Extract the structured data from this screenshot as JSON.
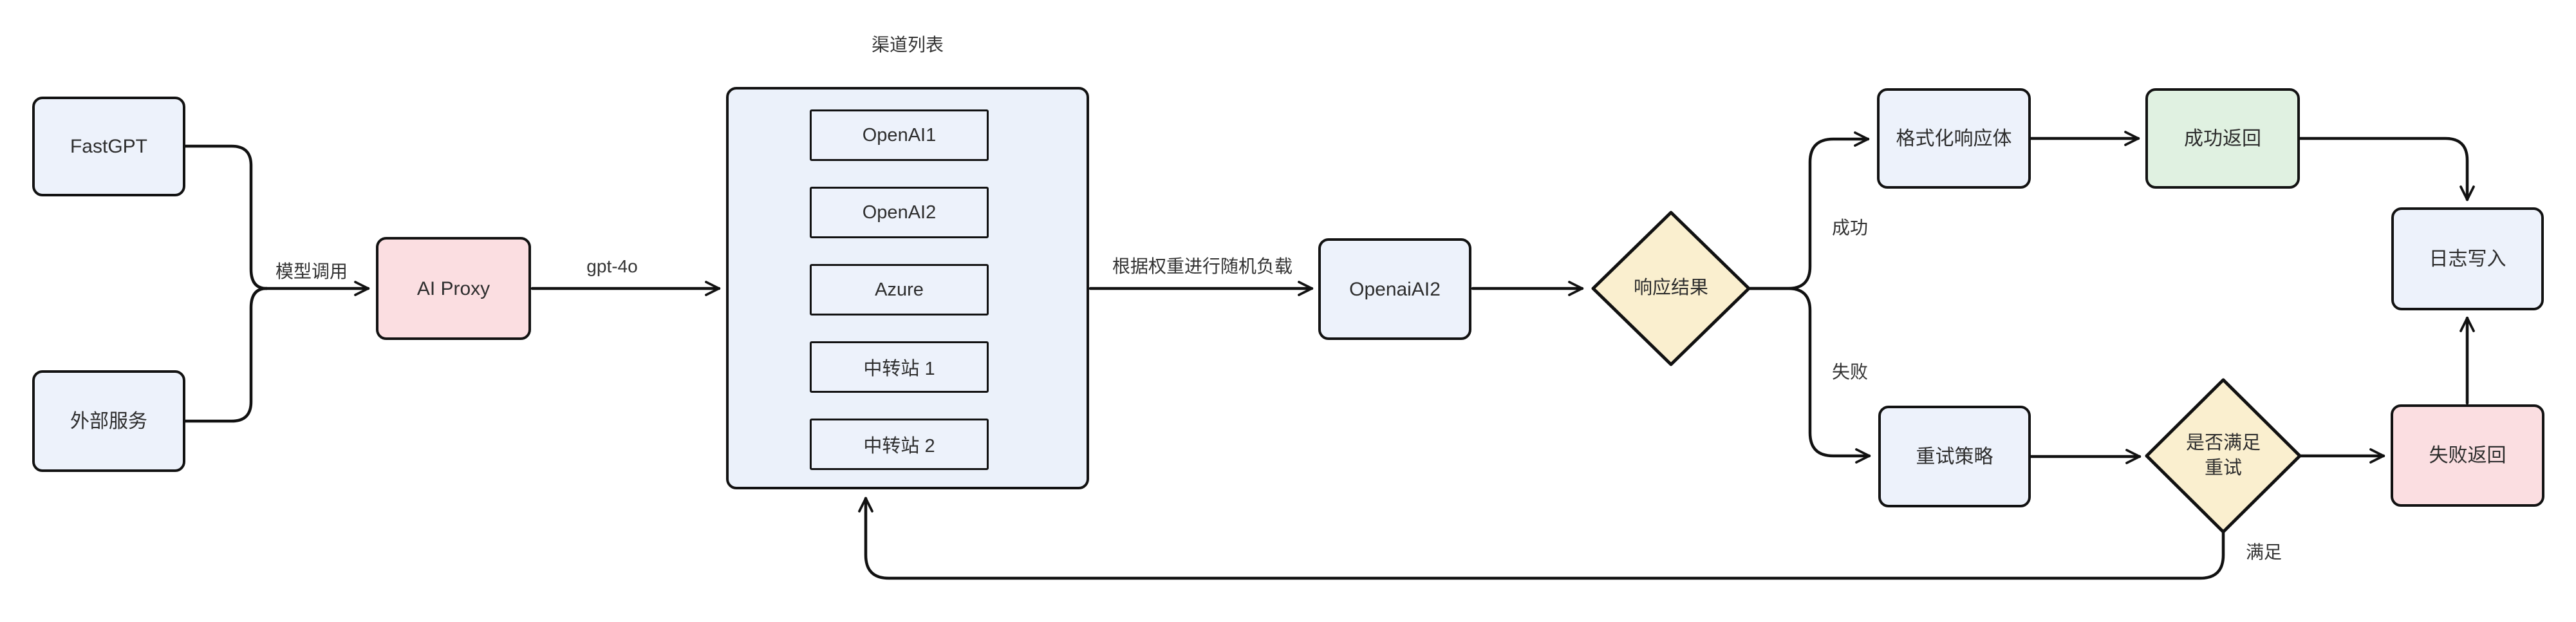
{
  "diagram": {
    "nodes": {
      "fastgpt": {
        "label": "FastGPT"
      },
      "external_service": {
        "label": "外部服务"
      },
      "ai_proxy": {
        "label": "AI Proxy"
      },
      "channel_list": {
        "title": "渠道列表"
      },
      "openai_ai2": {
        "label": "OpenaiAI2"
      },
      "response_result": {
        "label": "响应结果"
      },
      "format_response": {
        "label": "格式化响应体"
      },
      "success_return": {
        "label": "成功返回"
      },
      "log_write": {
        "label": "日志写入"
      },
      "retry_strategy": {
        "label": "重试策略"
      },
      "retry_check": {
        "line1": "是否满足",
        "line2": "重试"
      },
      "fail_return": {
        "label": "失败返回"
      }
    },
    "channels": [
      "OpenAI1",
      "OpenAI2",
      "Azure",
      "中转站 1",
      "中转站 2"
    ],
    "edge_labels": {
      "model_call": "模型调用",
      "model_name": "gpt-4o",
      "weight_balance": "根据权重进行随机负载",
      "success": "成功",
      "fail": "失败",
      "satisfied": "满足"
    },
    "colors": {
      "node_blue": "#EDF2FB",
      "container_blue": "#EBF1FA",
      "status_pink": "#FBDEE1",
      "status_green": "#E0F1E1",
      "decision_yellow": "#FAEFCF",
      "line_black": "#111111"
    }
  }
}
